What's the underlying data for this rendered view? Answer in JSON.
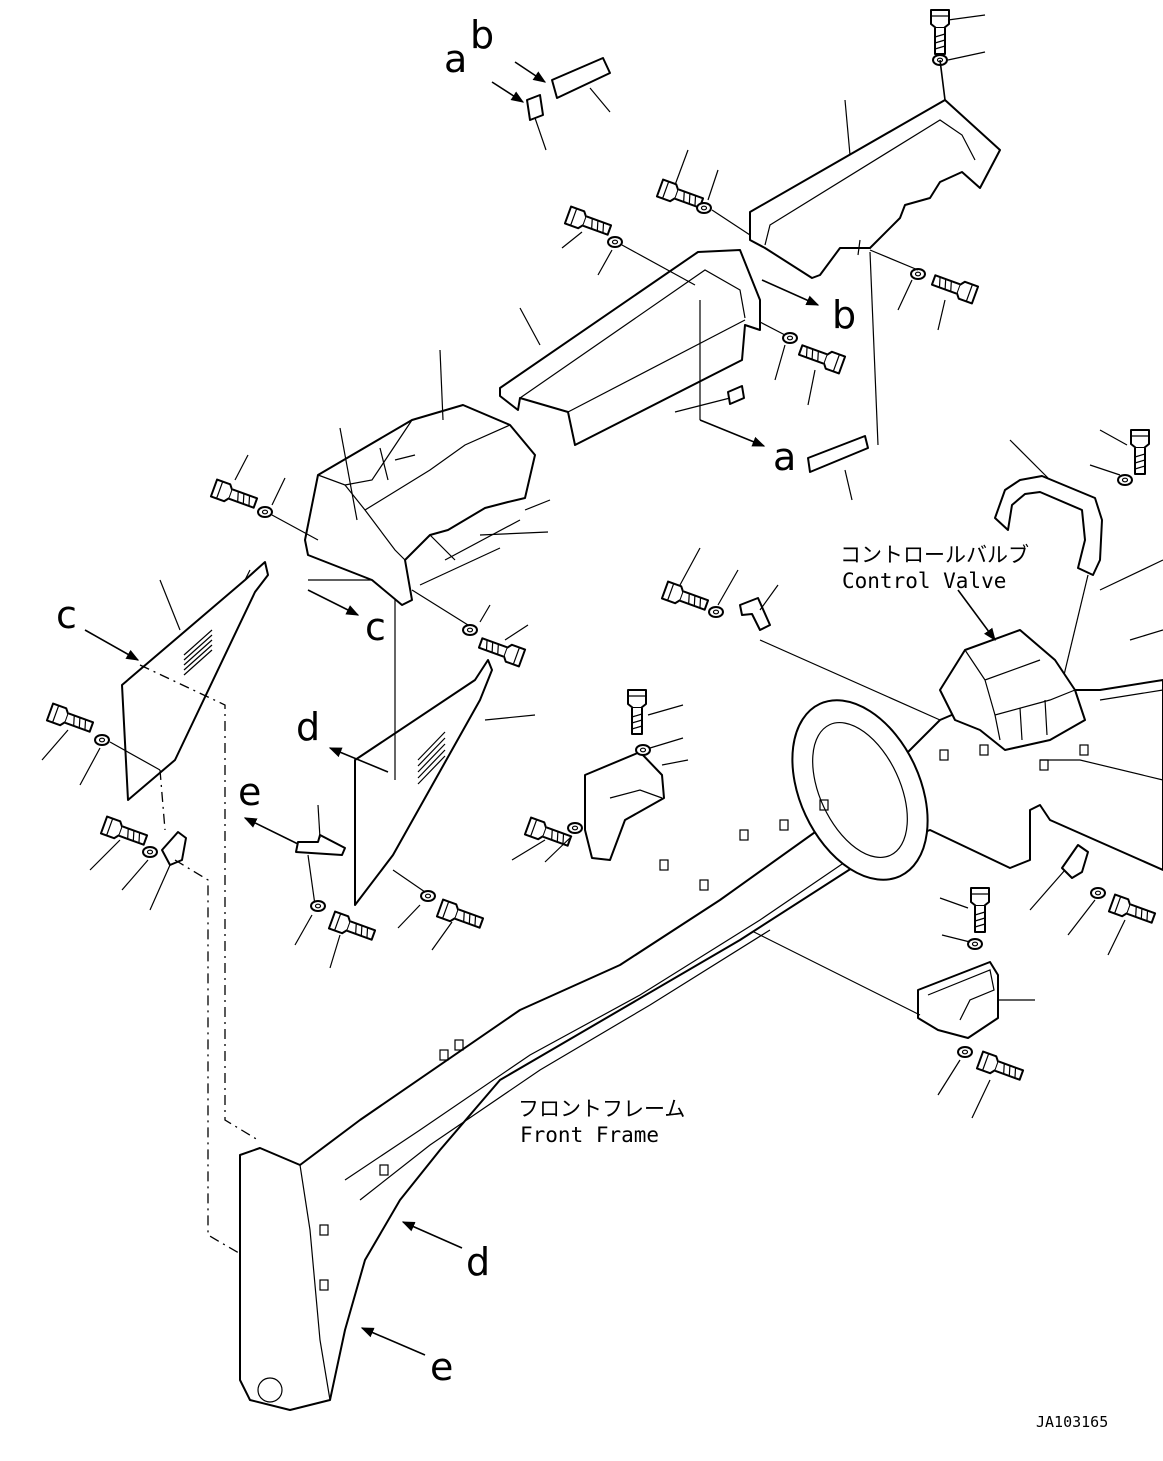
{
  "callouts": {
    "a": "a",
    "b": "b",
    "c": "c",
    "d": "d",
    "e": "e"
  },
  "labels": {
    "control_valve_jp": "コントロールバルブ",
    "control_valve_en": "Control Valve",
    "front_frame_jp": "フロントフレーム",
    "front_frame_en": "Front Frame"
  },
  "drawing_code": "JA103165"
}
